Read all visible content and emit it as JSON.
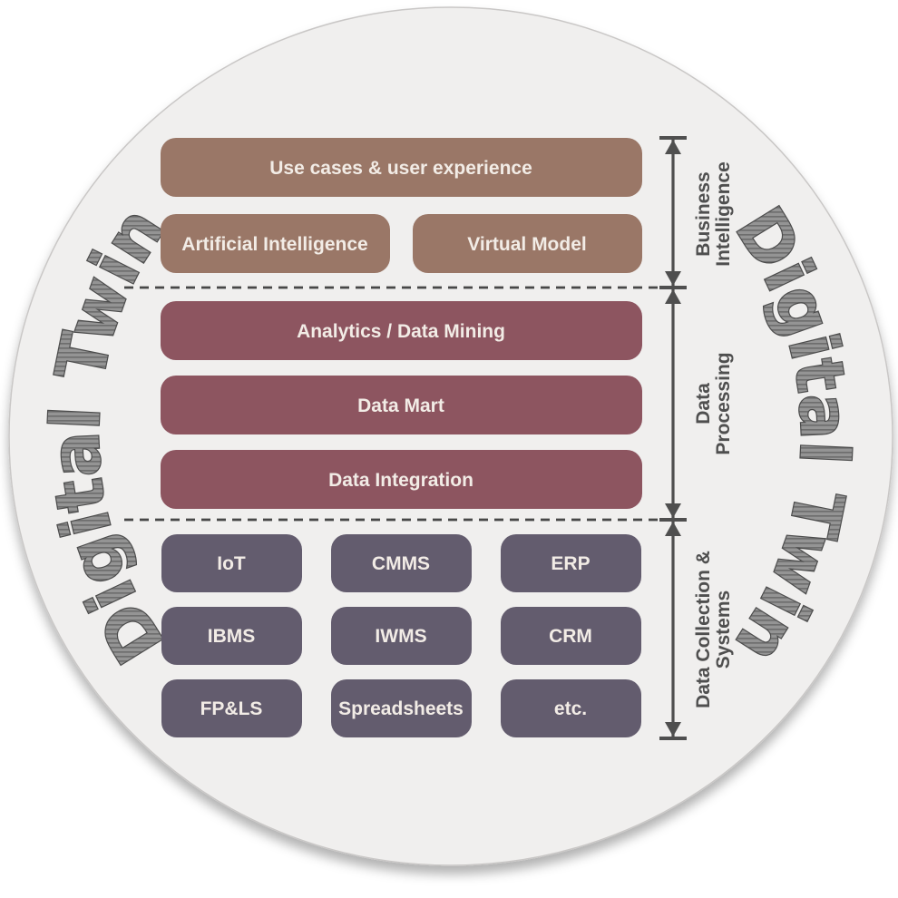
{
  "ring": {
    "left": "Digital Twin",
    "right": "Digital Twin"
  },
  "sections": {
    "business_intelligence": {
      "label": [
        "Business",
        "Intelligence"
      ],
      "use_cases": "Use cases & user experience",
      "artificial_intelligence": "Artificial Intelligence",
      "virtual_model": "Virtual Model"
    },
    "data_processing": {
      "label": [
        "Data",
        "Processing"
      ],
      "analytics": "Analytics / Data Mining",
      "data_mart": "Data Mart",
      "data_integration": "Data Integration"
    },
    "data_collection": {
      "label": [
        "Data Collection &",
        "Systems"
      ],
      "systems": [
        "IoT",
        "CMMS",
        "ERP",
        "IBMS",
        "IWMS",
        "CRM",
        "FP&LS",
        "Spreadsheets",
        "etc."
      ]
    }
  },
  "colors": {
    "business_intelligence_box": "#9a7767",
    "data_processing_box": "#8d5560",
    "data_collection_box": "#635c6e",
    "box_text": "#f2ece6",
    "disc_fill": "#f0efee",
    "disc_border": "#c9c7c6",
    "annotation_gray": "#4f4f4f",
    "ring_text_gray": "#8a8a8a"
  }
}
